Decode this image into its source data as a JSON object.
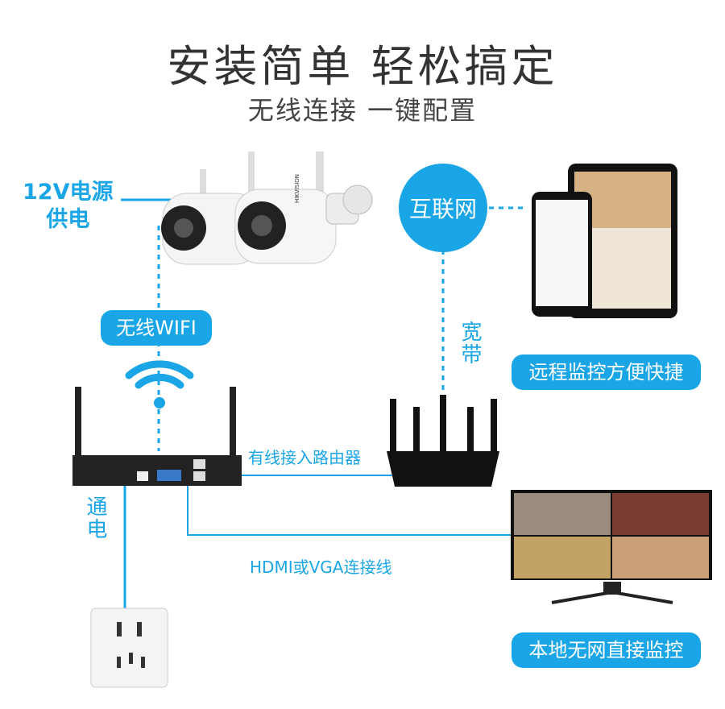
{
  "header": {
    "title": "安装简单 轻松搞定",
    "subtitle": "无线连接 一键配置"
  },
  "labels": {
    "power_supply": "12V电源\n供电",
    "wireless_wifi": "无线WIFI",
    "internet": "互联网",
    "broadband": "宽带",
    "remote_monitoring": "远程监控方便快捷",
    "wired_router": "有线接入路由器",
    "power_on": "通电",
    "hdmi_vga": "HDMI或VGA连接线",
    "local_monitoring": "本地无网直接监控"
  },
  "device_text": {
    "camera_brand": "HIKVISION"
  },
  "colors": {
    "accent": "#1aa6e6",
    "title": "#333333"
  }
}
